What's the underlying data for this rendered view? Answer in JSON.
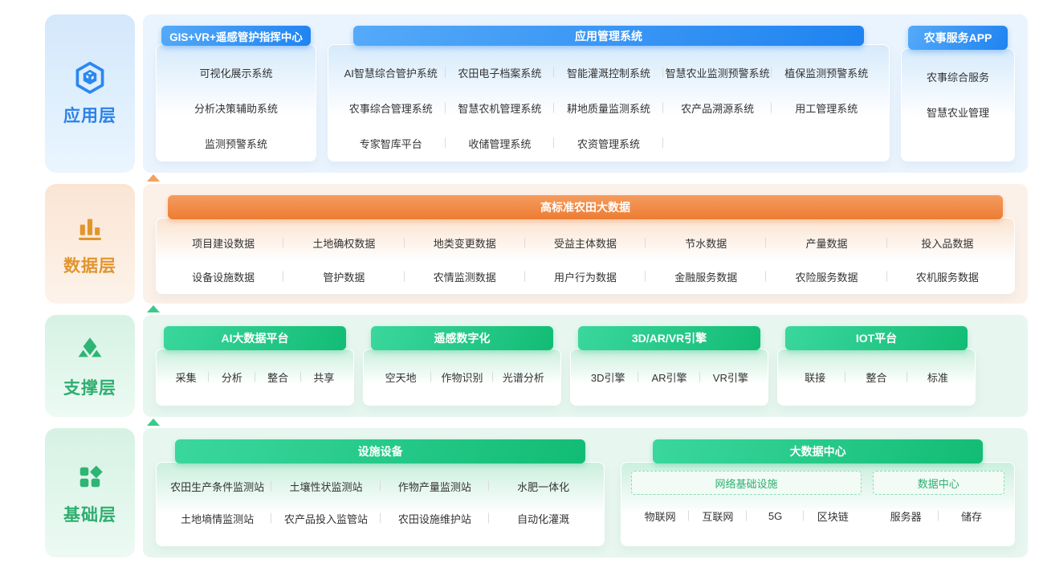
{
  "colors": {
    "blue": "#2B87F0",
    "orange": "#EE8440",
    "green": "#1FC080"
  },
  "app_layer": {
    "label": "应用层",
    "icon": "hexagon-cube-icon",
    "gis": {
      "title": "GIS+VR+遥感管护指挥中心",
      "items": [
        "可视化展示系统",
        "分析决策辅助系统",
        "监测预警系统"
      ]
    },
    "apps": {
      "title": "应用管理系统",
      "rows": [
        [
          "AI智慧综合管护系统",
          "农田电子档案系统",
          "智能灌溉控制系统",
          "智慧农业监测预警系统",
          "植保监测预警系统"
        ],
        [
          "农事综合管理系统",
          "智慧农机管理系统",
          "耕地质量监测系统",
          "农产品溯源系统",
          "用工管理系统"
        ],
        [
          "专家智库平台",
          "收储管理系统",
          "农资管理系统"
        ]
      ]
    },
    "service": {
      "title": "农事服务APP",
      "items": [
        "农事综合服务",
        "智慧农业管理"
      ]
    }
  },
  "data_layer": {
    "label": "数据层",
    "icon": "bar-chart-icon",
    "header": "高标准农田大数据",
    "rows": [
      [
        "项目建设数据",
        "土地确权数据",
        "地类变更数据",
        "受益主体数据",
        "节水数据",
        "产量数据",
        "投入品数据"
      ],
      [
        "设备设施数据",
        "管护数据",
        "农情监测数据",
        "用户行为数据",
        "金融服务数据",
        "农险服务数据",
        "农机服务数据"
      ]
    ]
  },
  "support_layer": {
    "label": "支撑层",
    "icon": "mountain-icon",
    "panels": [
      {
        "title": "AI大数据平台",
        "items": [
          "采集",
          "分析",
          "整合",
          "共享"
        ]
      },
      {
        "title": "遥感数字化",
        "items": [
          "空天地",
          "作物识别",
          "光谱分析"
        ]
      },
      {
        "title": "3D/AR/VR引擎",
        "items": [
          "3D引擎",
          "AR引擎",
          "VR引擎"
        ]
      },
      {
        "title": "IOT平台",
        "items": [
          "联接",
          "整合",
          "标准"
        ]
      }
    ]
  },
  "base_layer": {
    "label": "基础层",
    "icon": "squares-diamond-icon",
    "facility": {
      "title": "设施设备",
      "rows": [
        [
          "农田生产条件监测站",
          "土壤性状监测站",
          "作物产量监测站",
          "水肥一体化"
        ],
        [
          "土地墒情监测站",
          "农产品投入监管站",
          "农田设施维护站",
          "自动化灌溉"
        ]
      ]
    },
    "datacenter": {
      "title": "大数据中心",
      "groups": [
        {
          "title": "网络基础设施",
          "items": [
            "物联网",
            "互联网",
            "5G",
            "区块链"
          ]
        },
        {
          "title": "数据中心",
          "items": [
            "服务器",
            "储存"
          ]
        }
      ]
    }
  }
}
